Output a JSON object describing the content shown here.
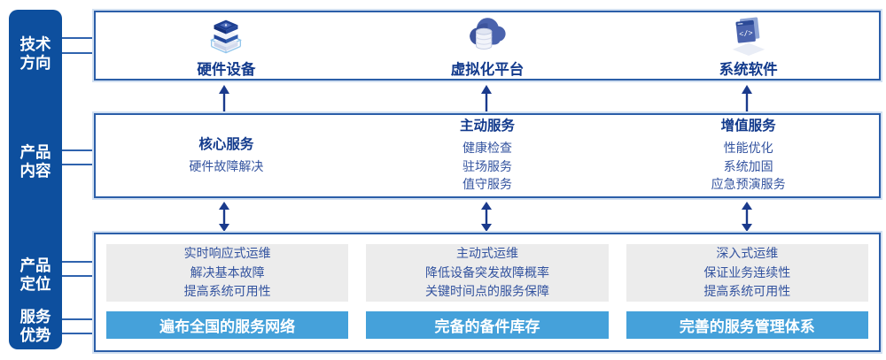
{
  "sidebar": {
    "items": [
      {
        "label": "技术\n方向"
      },
      {
        "label": "产品\n内容"
      },
      {
        "label": "产品\n定位"
      },
      {
        "label": "服务\n优势"
      }
    ]
  },
  "tech_row": {
    "items": [
      {
        "icon": "server-stack-icon",
        "label": "硬件设备"
      },
      {
        "icon": "cloud-database-icon",
        "label": "虚拟化平台"
      },
      {
        "icon": "code-window-icon",
        "label": "系统软件"
      }
    ]
  },
  "services_row": {
    "columns": [
      {
        "title": "核心服务",
        "items": [
          "硬件故障解决"
        ]
      },
      {
        "title": "主动服务",
        "items": [
          "健康检查",
          "驻场服务",
          "值守服务"
        ]
      },
      {
        "title": "增值服务",
        "items": [
          "性能优化",
          "系统加固",
          "应急预演服务"
        ]
      }
    ]
  },
  "positioning_row": {
    "columns": [
      {
        "lines": [
          "实时响应式运维",
          "解决基本故障",
          "提高系统可用性"
        ],
        "banner": "遍布全国的服务网络"
      },
      {
        "lines": [
          "主动式运维",
          "降低设备突发故障概率",
          "关键时间点的服务保障"
        ],
        "banner": "完备的备件库存"
      },
      {
        "lines": [
          "深入式运维",
          "保证业务连续性",
          "提高系统可用性"
        ],
        "banner": "完善的服务管理体系"
      }
    ]
  },
  "colors": {
    "sidebar_blue": "#0d4f9e",
    "box_border_blue": "#2b5ea8",
    "title_navy": "#123a8c",
    "body_blue": "#33539f",
    "banner_blue": "#45a1da",
    "panel_gray": "#ececec",
    "arrow_navy": "#1a3a8c"
  }
}
